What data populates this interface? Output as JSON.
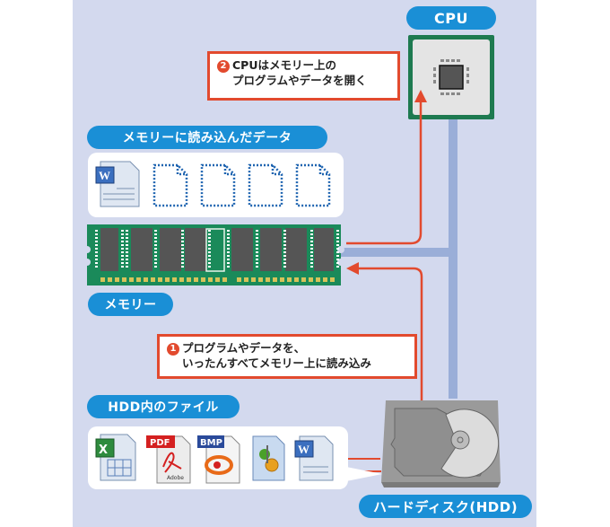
{
  "labels": {
    "cpu": "CPU",
    "memory_data": "メモリーに読み込んだデータ",
    "memory": "メモリー",
    "hdd_files": "HDD内のファイル",
    "hdd": "ハードディスク(HDD)"
  },
  "callouts": {
    "step2": {
      "num": "2",
      "line1": "CPUはメモリー上の",
      "line2": "プログラムやデータを開く"
    },
    "step1": {
      "num": "1",
      "line1": "プログラムやデータを、",
      "line2": "いったんすべてメモリー上に読み込み"
    }
  },
  "memory_files": [
    {
      "type": "word-document-icon",
      "loaded": true
    },
    {
      "type": "placeholder-document-icon",
      "loaded": false
    },
    {
      "type": "placeholder-document-icon",
      "loaded": false
    },
    {
      "type": "placeholder-document-icon",
      "loaded": false
    },
    {
      "type": "placeholder-document-icon",
      "loaded": false
    }
  ],
  "hdd_file_icons": [
    {
      "type": "excel-icon",
      "badge": ""
    },
    {
      "type": "pdf-icon",
      "badge": "PDF",
      "sub": "Adobe"
    },
    {
      "type": "bmp-icon",
      "badge": "BMP"
    },
    {
      "type": "program-icon",
      "badge": ""
    },
    {
      "type": "word-icon",
      "badge": ""
    }
  ],
  "colors": {
    "background": "#d3d9ee",
    "pill": "#1a8fd6",
    "arrow": "#e24a2e",
    "bus": "#9aaed8",
    "pcb": "#1a8a5a",
    "chip": "#555555"
  }
}
